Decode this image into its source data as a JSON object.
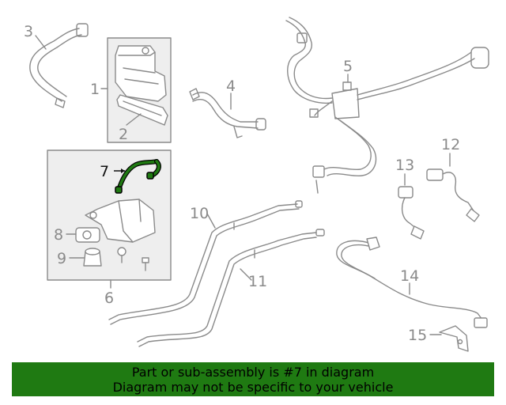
{
  "diagram": {
    "callouts": {
      "c1": "1",
      "c2": "2",
      "c3": "3",
      "c4": "4",
      "c5": "5",
      "c6": "6",
      "c7": "7",
      "c8": "8",
      "c9": "9",
      "c10": "10",
      "c11": "11",
      "c12": "12",
      "c13": "13",
      "c14": "14",
      "c15": "15"
    },
    "highlight_part": "7",
    "colors": {
      "line": "#8a8a8a",
      "highlight": "#1f7a12",
      "box_fill": "#eeeeee",
      "banner": "#1f7a12"
    }
  },
  "banner": {
    "line1": "Part or sub-assembly is #7 in diagram",
    "line2": "Diagram may not be specific to your vehicle"
  }
}
